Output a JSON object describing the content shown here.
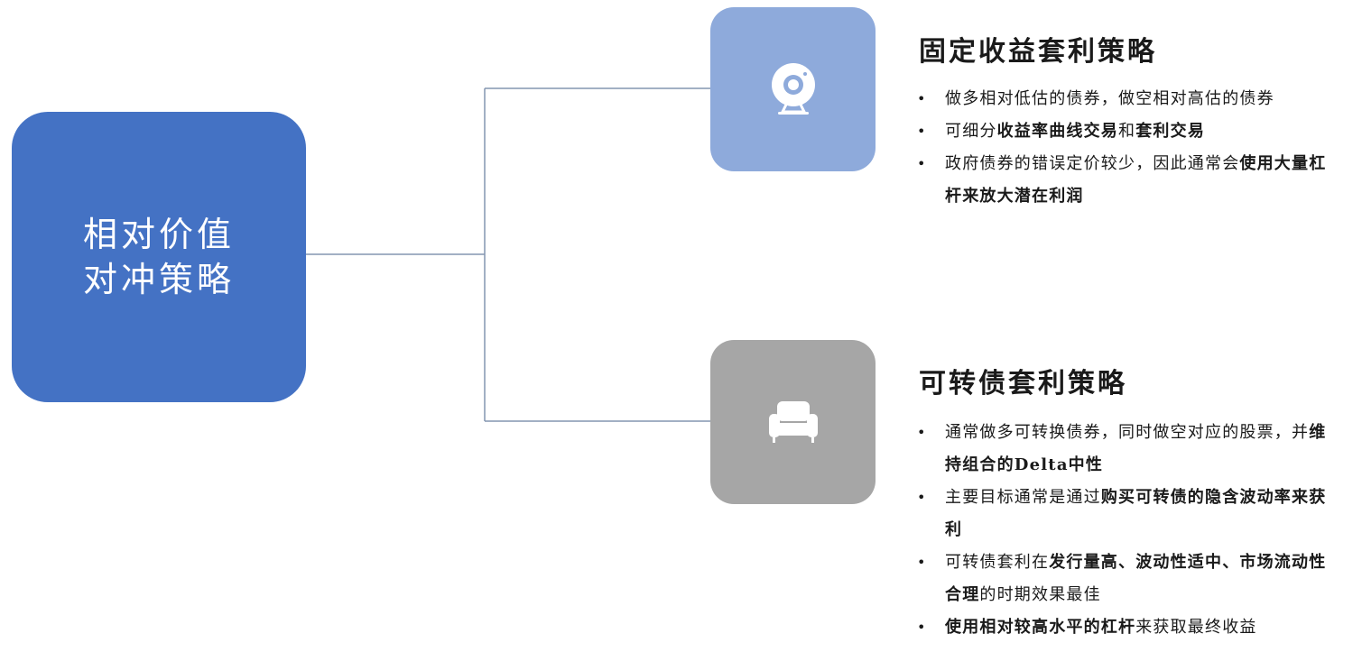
{
  "root": {
    "line1": "相对价值",
    "line2": "对冲策略"
  },
  "colors": {
    "root": "#4472c4",
    "box1": "#8eaadb",
    "box2": "#a6a6a6",
    "connector": "#8496b0"
  },
  "sections": [
    {
      "title": "固定收益套利策略",
      "icon": "webcam-icon",
      "bullets": [
        {
          "parts": [
            {
              "text": "做多相对低估的债券，做空相对高估的债券",
              "bold": false
            }
          ]
        },
        {
          "parts": [
            {
              "text": "可细分",
              "bold": false
            },
            {
              "text": "收益率曲线交易",
              "bold": true
            },
            {
              "text": "和",
              "bold": false
            },
            {
              "text": "套利交易",
              "bold": true
            }
          ]
        },
        {
          "parts": [
            {
              "text": "政府债券的错误定价较少，因此通常会",
              "bold": false
            },
            {
              "text": "使用大量杠杆来放大潜在利润",
              "bold": true
            }
          ]
        }
      ]
    },
    {
      "title": "可转债套利策略",
      "icon": "armchair-icon",
      "bullets": [
        {
          "parts": [
            {
              "text": "通常做多可转换债券，同时做空对应的股票，并",
              "bold": false
            },
            {
              "text": "维持组合的Delta中性",
              "bold": true
            }
          ]
        },
        {
          "parts": [
            {
              "text": "主要目标通常是通过",
              "bold": false
            },
            {
              "text": "购买可转债的隐含波动率来获利",
              "bold": true
            }
          ]
        },
        {
          "parts": [
            {
              "text": "可转债套利在",
              "bold": false
            },
            {
              "text": "发行量高、波动性适中、市场流动性合理",
              "bold": true
            },
            {
              "text": "的时期效果最佳",
              "bold": false
            }
          ]
        },
        {
          "parts": [
            {
              "text": "使用相对较高水平的杠杆",
              "bold": true
            },
            {
              "text": "来获取最终收益",
              "bold": false
            }
          ]
        }
      ]
    }
  ]
}
